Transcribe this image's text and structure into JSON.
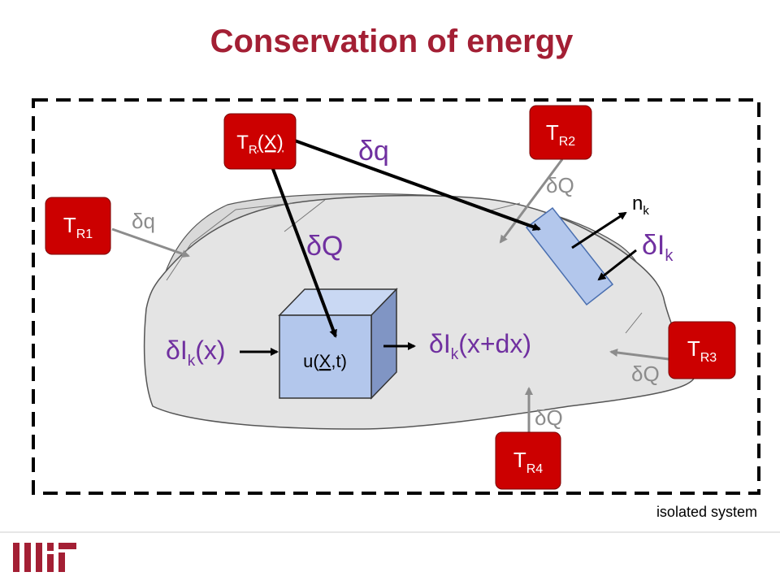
{
  "title": "Conservation of energy",
  "colors": {
    "title": "#a31f34",
    "reservoir_fill": "#cc0000",
    "body_fill": "#e4e4e4",
    "element_fill": "#b3c7ec",
    "purple_text": "#7030a0",
    "gray_arrow": "#8c8c8c",
    "logo": "#a31f34"
  },
  "reservoirs": {
    "tr": {
      "base": "T",
      "sub": "R",
      "tail": "(X)"
    },
    "tr1": {
      "base": "T",
      "sub": "R1"
    },
    "tr2": {
      "base": "T",
      "sub": "R2"
    },
    "tr3": {
      "base": "T",
      "sub": "R3"
    },
    "tr4": {
      "base": "T",
      "sub": "R4"
    }
  },
  "labels": {
    "dq_main": "δq",
    "dQ_main": "δQ",
    "dq_r1": "δq",
    "dQ_r2": "δQ",
    "dQ_r3": "δQ",
    "dQ_r4": "δQ",
    "normal": {
      "base": "n",
      "sub": "k"
    },
    "dI_surface": {
      "base": "δI",
      "sub": "k"
    },
    "dI_in": {
      "base": "δI",
      "sub": "k",
      "tail": "(x)"
    },
    "dI_out": {
      "base": "δI",
      "sub": "k",
      "tail": "(x+dx)"
    },
    "cube_label": {
      "prefix": "u(",
      "var": "X",
      "suffix": ",t)"
    },
    "isolated": "isolated system"
  },
  "logo_icon": "mit-logo-icon"
}
